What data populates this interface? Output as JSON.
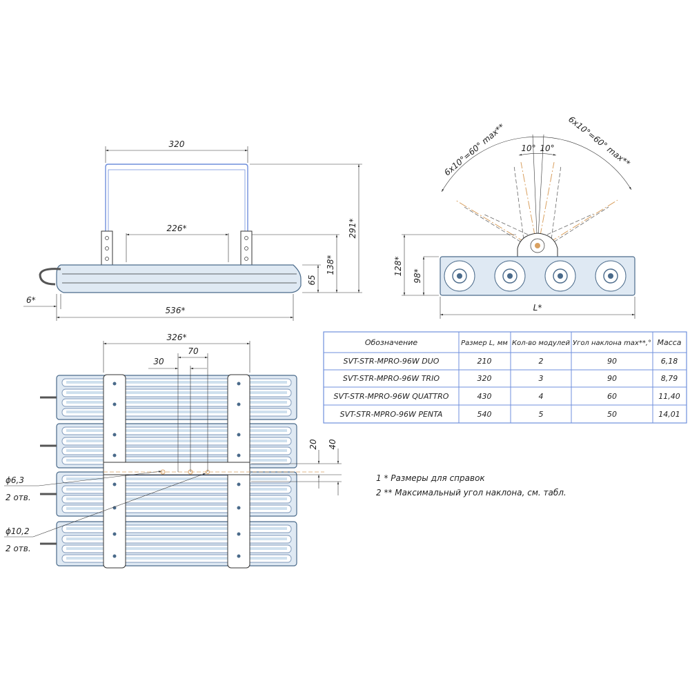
{
  "side_view": {
    "dim_320": "320",
    "dim_226": "226*",
    "dim_291": "291*",
    "dim_138": "138*",
    "dim_65": "65",
    "dim_6": "6*",
    "dim_536": "536*"
  },
  "end_view": {
    "angle_left": "6x10°=60° max**",
    "angle_right": "6x10°=60° max**",
    "angle_10a": "10°",
    "angle_10b": "10°",
    "dim_128": "128*",
    "dim_98": "98*",
    "dim_L": "L*"
  },
  "top_view": {
    "dim_326": "326*",
    "dim_30": "30",
    "dim_70": "70",
    "dim_20": "20",
    "dim_40": "40",
    "hole_small": "ϕ6,3",
    "hole_small_count": "2 отв.",
    "hole_large": "ϕ10,2",
    "hole_large_count": "2 отв."
  },
  "spec_table": {
    "headers": [
      "Обозначение",
      "Размер L, мм",
      "Кол-во модулей",
      "Угол наклона max**,°",
      "Масса"
    ],
    "rows": [
      [
        "SVT-STR-MPRO-96W DUO",
        "210",
        "2",
        "90",
        "6,18"
      ],
      [
        "SVT-STR-MPRO-96W TRIO",
        "320",
        "3",
        "90",
        "8,79"
      ],
      [
        "SVT-STR-MPRO-96W QUATTRO",
        "430",
        "4",
        "60",
        "11,40"
      ],
      [
        "SVT-STR-MPRO-96W PENTA",
        "540",
        "5",
        "50",
        "14,01"
      ]
    ]
  },
  "notes": [
    "1  * Размеры для справок",
    "2  ** Максимальный угол наклона, см. табл."
  ]
}
